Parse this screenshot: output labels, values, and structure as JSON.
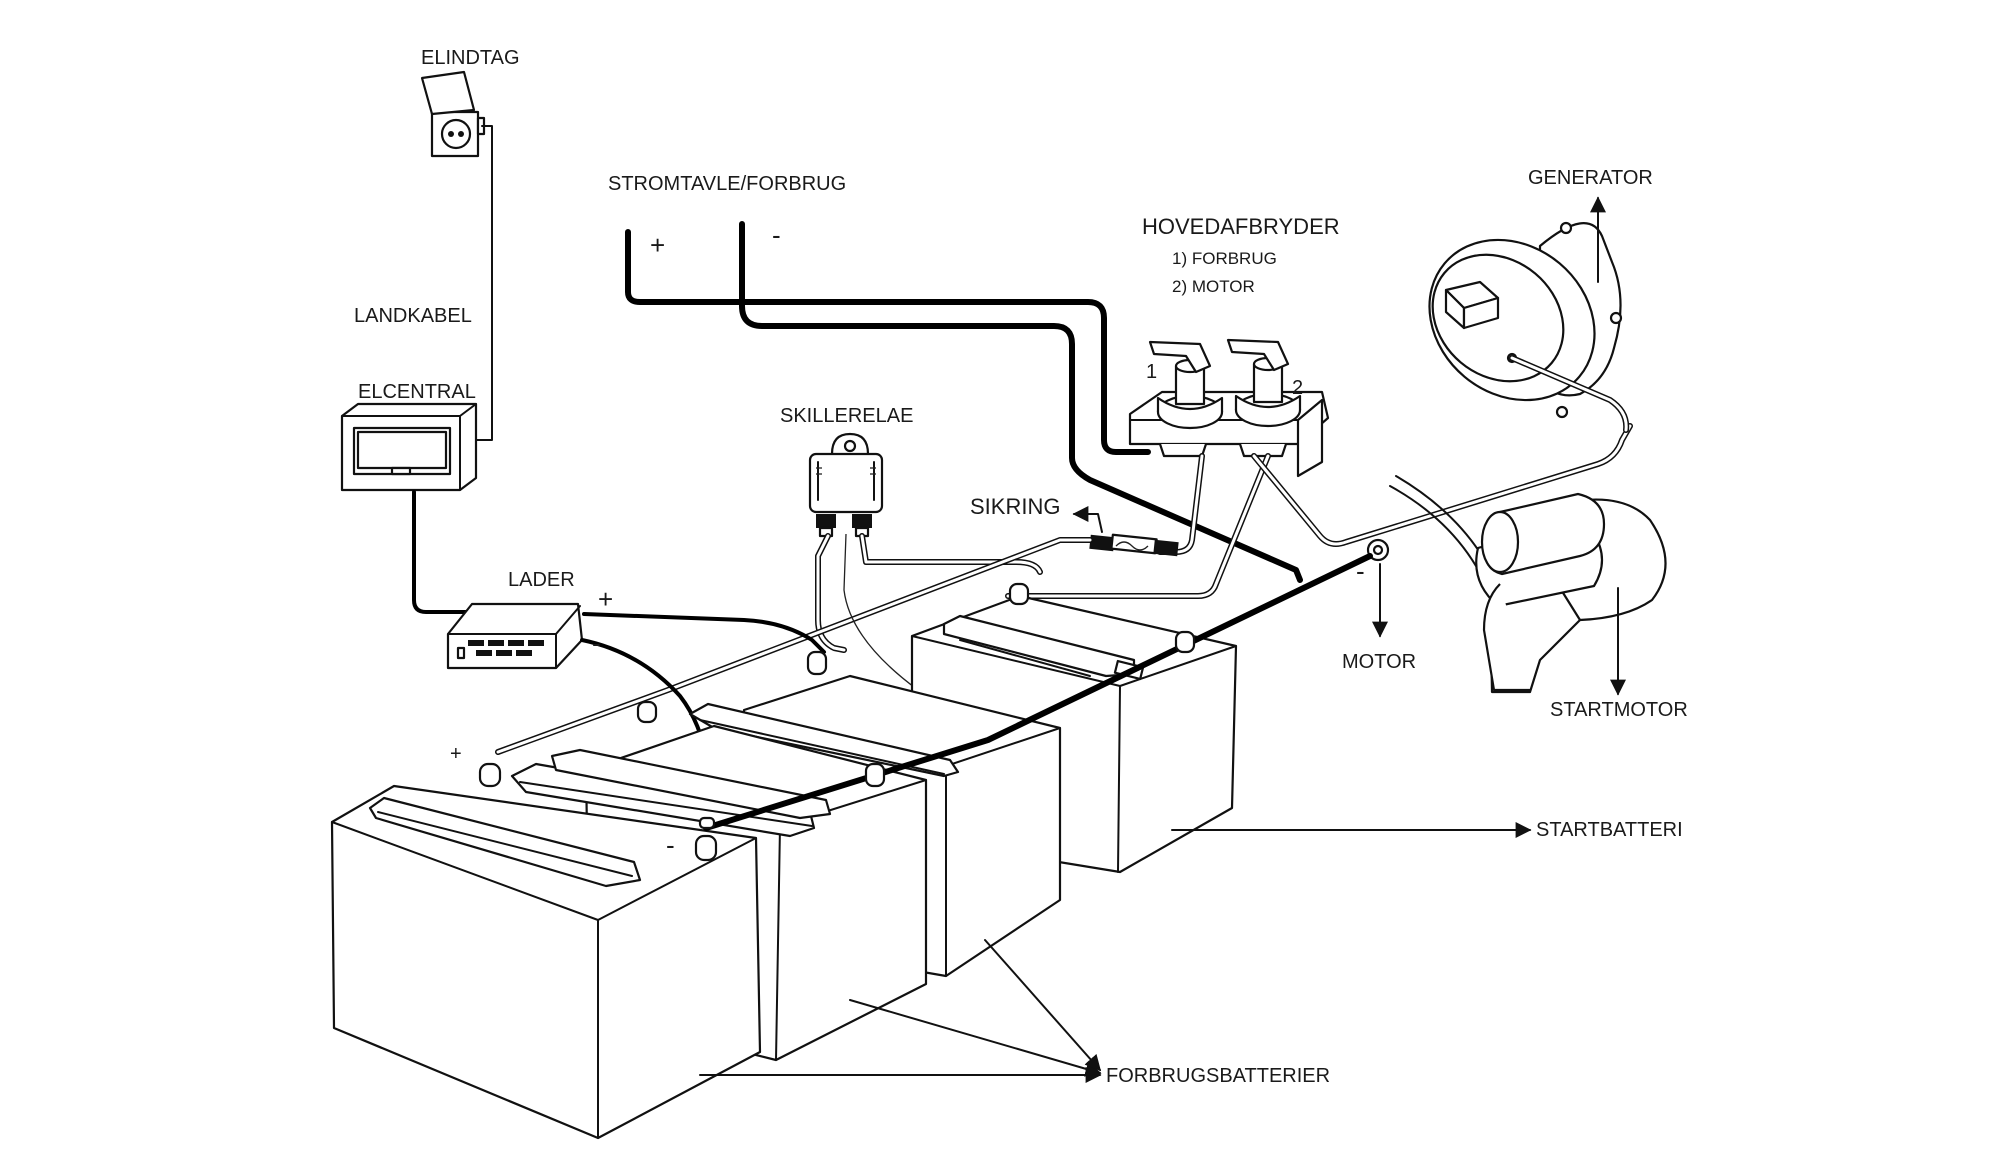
{
  "labels": {
    "elindtag": "ELINDTAG",
    "landkabel": "LANDKABEL",
    "elcentral": "ELCENTRAL",
    "stromtavle": "STROMTAVLE/FORBRUG",
    "hovedafbryder": "HOVEDAFBRYDER",
    "hovedafbryder_opt1": "1) FORBRUG",
    "hovedafbryder_opt2": "2) MOTOR",
    "switch_1": "1",
    "switch_2": "2",
    "generator": "GENERATOR",
    "skillerelae": "SKILLERELAE",
    "sikring": "SIKRING",
    "lader": "LADER",
    "motor": "MOTOR",
    "startmotor": "STARTMOTOR",
    "startbatteri": "STARTBATTERI",
    "forbrugsbatterier": "FORBRUGSBATTERIER"
  },
  "signs": {
    "stromtavle_plus": "+",
    "stromtavle_minus": "-",
    "lader_plus": "+",
    "lader_minus": "-",
    "battery_plus": "+",
    "battery_minus": "-",
    "motor_minus": "-"
  }
}
